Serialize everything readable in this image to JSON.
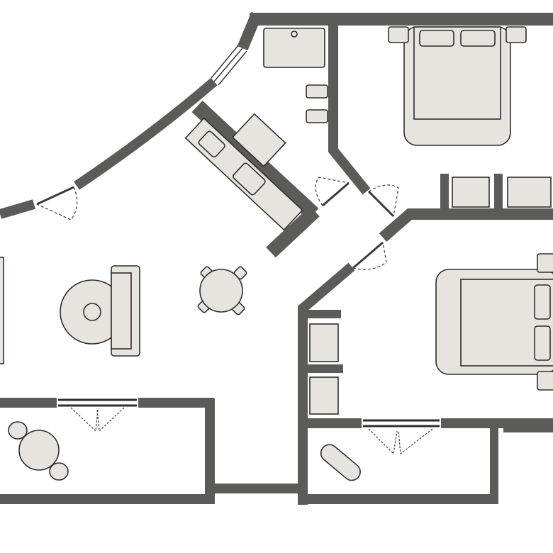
{
  "colors": {
    "background": "#ffffff",
    "wall": "#5b5b59",
    "furniture_fill": "#e7e4e0",
    "outline": "#2e2e2e",
    "door_swing": "#3a3a3a"
  },
  "rooms": [
    "living-room",
    "kitchen",
    "bathroom",
    "bedroom-top",
    "bedroom-right",
    "hallway",
    "balcony-left",
    "balcony-right"
  ]
}
